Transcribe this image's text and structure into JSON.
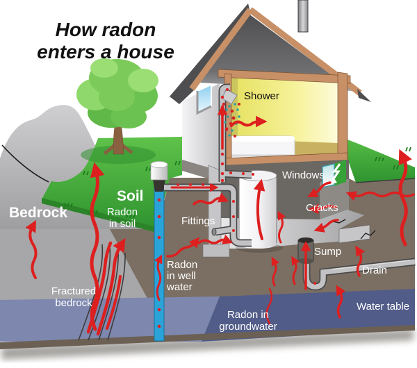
{
  "title": {
    "line1": "How radon",
    "line2": "enters a house"
  },
  "labels": {
    "bedrock": "Bedrock",
    "soil": "Soil",
    "radon_in_soil": {
      "line1": "Radon",
      "line2": "in soil"
    },
    "fractured_bedrock": {
      "line1": "Fractured",
      "line2": "bedrock"
    },
    "radon_in_well_water": {
      "line1": "Radon",
      "line2": "in well",
      "line3": "water"
    },
    "fittings": "Fittings",
    "shower": "Shower",
    "windows": "Windows",
    "cracks": "Cracks",
    "sump": "Sump",
    "drain": "Drain",
    "water_table": "Water table",
    "radon_in_groundwater": {
      "line1": "Radon in",
      "line2": "groundwater"
    }
  },
  "colors": {
    "arrow_red": "#dd1f1f",
    "grass_green": "#3da23a",
    "grass_edge_green": "#2c8428",
    "soil_brown": "#7b6f63",
    "bedrock_gray": "#a7a7a9",
    "water_table_light": "#7e87ae",
    "water_table_dark": "#515c88",
    "well_blue": "#2aa3d8",
    "roof_gray": "#4e4e50",
    "trim_tan": "#c79067",
    "room_yellow": "#f0ec7a",
    "basement_dark": "#6b6763",
    "concrete_gray": "#c6c6c8",
    "label_white": "#ffffff",
    "title_black": "#111111",
    "spray_teal": "#2f9f9f"
  }
}
